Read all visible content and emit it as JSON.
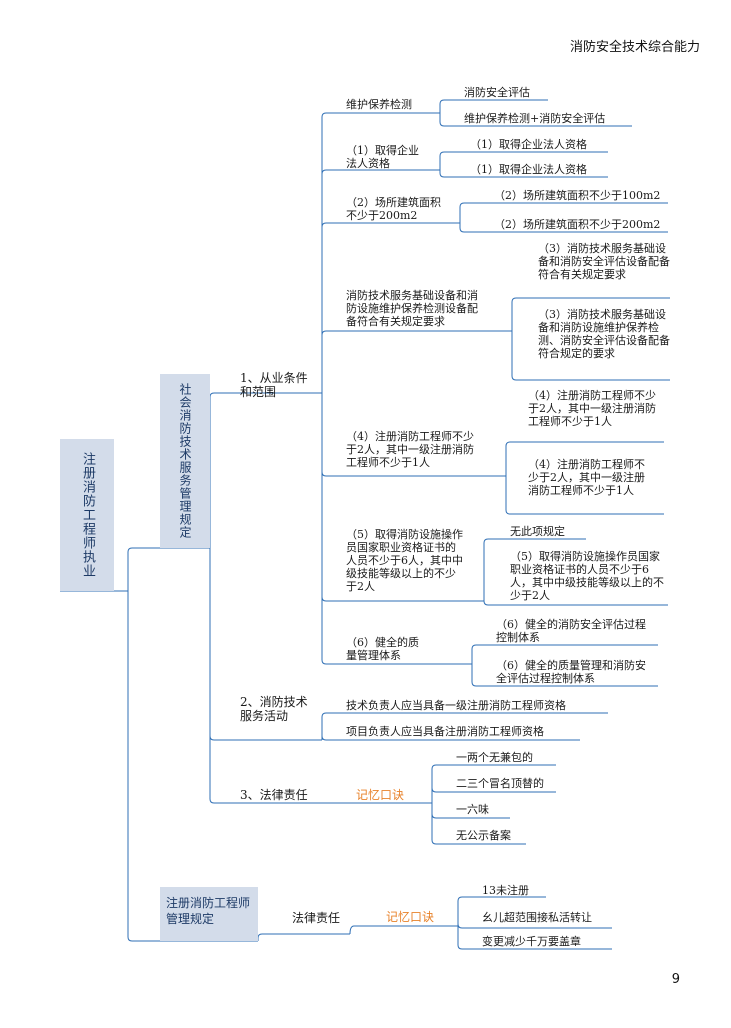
{
  "header": {
    "title": "消防安全技术综合能力"
  },
  "page_number": "9",
  "root": {
    "label": "注册消防工程师执业"
  },
  "branch_social": {
    "label": "社会消防技术服务管理规定",
    "item1": {
      "label": "1、从业条件和范围",
      "groups": [
        {
          "label": "维护保养检测",
          "leaves": [
            "消防安全评估",
            "维护保养检测+消防安全评估"
          ]
        },
        {
          "label": "（1）取得企业法人资格",
          "leaves": [
            "（1）取得企业法人资格",
            "（1）取得企业法人资格"
          ]
        },
        {
          "label": "（2）场所建筑面积不少于200m2",
          "leaves": [
            "（2）场所建筑面积不少于100m2",
            "（2）场所建筑面积不少于200m2"
          ]
        },
        {
          "label": "消防技术服务基础设备和消防设施维护保养检测设备配备符合有关规定要求",
          "leaves": [
            "（3）消防技术服务基础设备和消防安全评估设备配备符合有关规定要求",
            "（3）消防技术服务基础设备和消防设施维护保养检测、消防安全评估设备配备符合规定的要求"
          ]
        },
        {
          "label": "（4）注册消防工程师不少于2人，其中一级注册消防工程师不少于1人",
          "leaves": [
            "（4）注册消防工程师不少于2人，其中一级注册消防工程师不少于1人",
            "（4）注册消防工程师不少于2人，其中一级注册消防工程师不少于1人"
          ]
        },
        {
          "label": "（5）取得消防设施操作员国家职业资格证书的人员不少于6人，其中中级技能等级以上的不少于2人",
          "leaves": [
            "无此项规定",
            "（5）取得消防设施操作员国家职业资格证书的人员不少于6人，其中中级技能等级以上的不少于2人"
          ]
        },
        {
          "label": "（6）健全的质量管理体系",
          "leaves": [
            "（6）健全的消防安全评估过程控制体系",
            "（6）健全的质量管理和消防安全评估过程控制体系"
          ]
        }
      ]
    },
    "item2": {
      "label": "2、消防技术服务活动",
      "leaves": [
        "技术负责人应当具备一级注册消防工程师资格",
        "项目负责人应当具备注册消防工程师资格"
      ]
    },
    "item3": {
      "label": "3、法律责任",
      "mnemonic": "记忆口诀",
      "leaves": [
        "一两个无兼包的",
        "二三个冒名顶替的",
        "一六味",
        "无公示备案"
      ]
    }
  },
  "branch_engineer": {
    "label": "注册消防工程师管理规定",
    "item": {
      "label": "法律责任",
      "mnemonic": "记忆口诀",
      "leaves": [
        "13未注册",
        "幺儿超范围接私活转让",
        "变更减少千万要盖章"
      ]
    }
  }
}
